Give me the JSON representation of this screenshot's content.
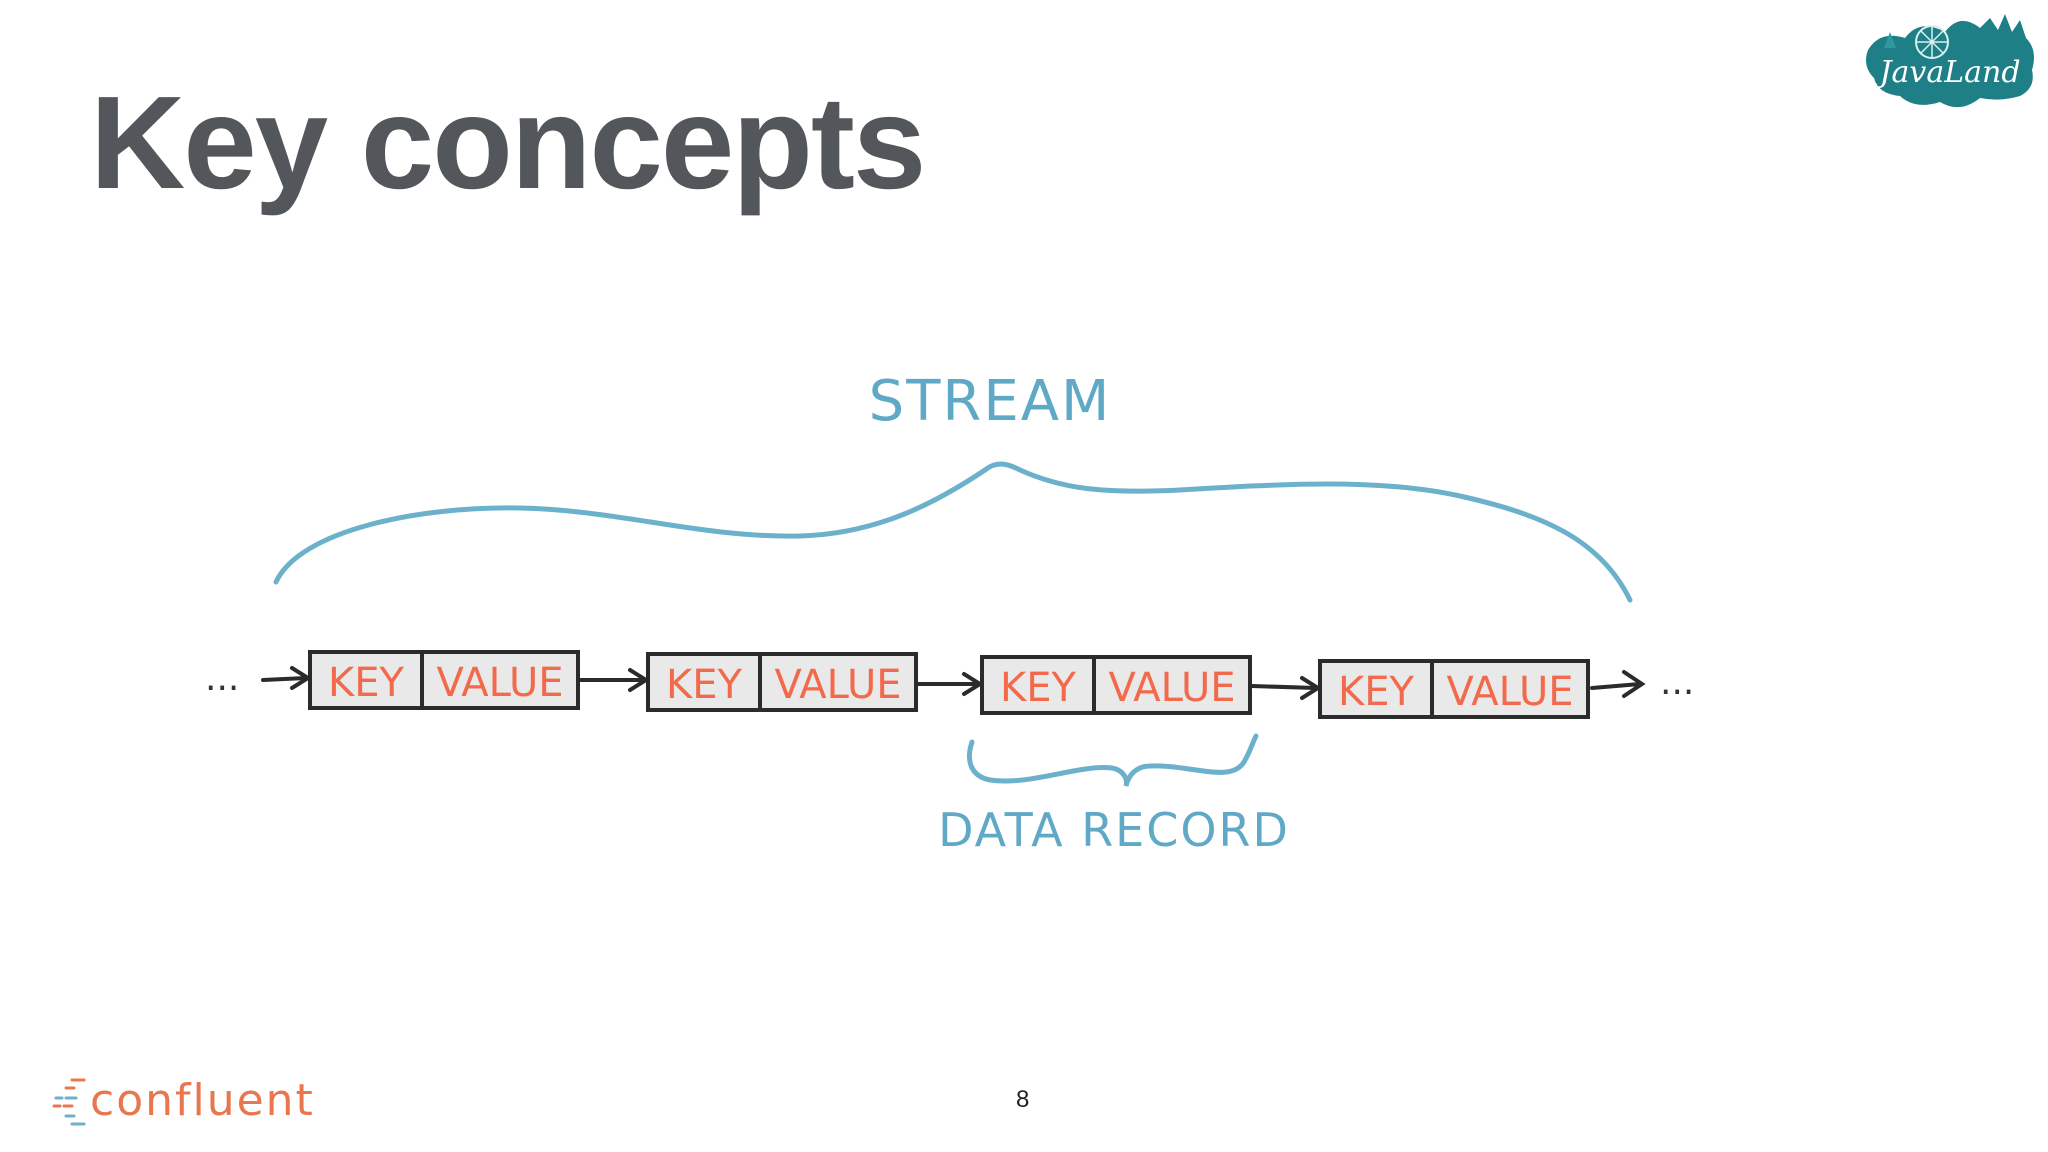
{
  "slide": {
    "title": "Key concepts",
    "page_number": "8"
  },
  "diagram": {
    "stream_label": "STREAM",
    "data_record_label": "DATA RECORD",
    "records": [
      {
        "key": "KEY",
        "value": "VALUE"
      },
      {
        "key": "KEY",
        "value": "VALUE"
      },
      {
        "key": "KEY",
        "value": "VALUE"
      },
      {
        "key": "KEY",
        "value": "VALUE"
      }
    ],
    "ellipsis": "...",
    "colors": {
      "brace": "#6cb1cc",
      "label": "#5fa8c6",
      "record_text": "#f26a4b",
      "record_fill": "#e9e9e9",
      "record_border": "#2b2b2b"
    }
  },
  "footer": {
    "brand": "confluent",
    "brand_color": "#e8774f",
    "conference_logo_text": "JavaLand"
  }
}
